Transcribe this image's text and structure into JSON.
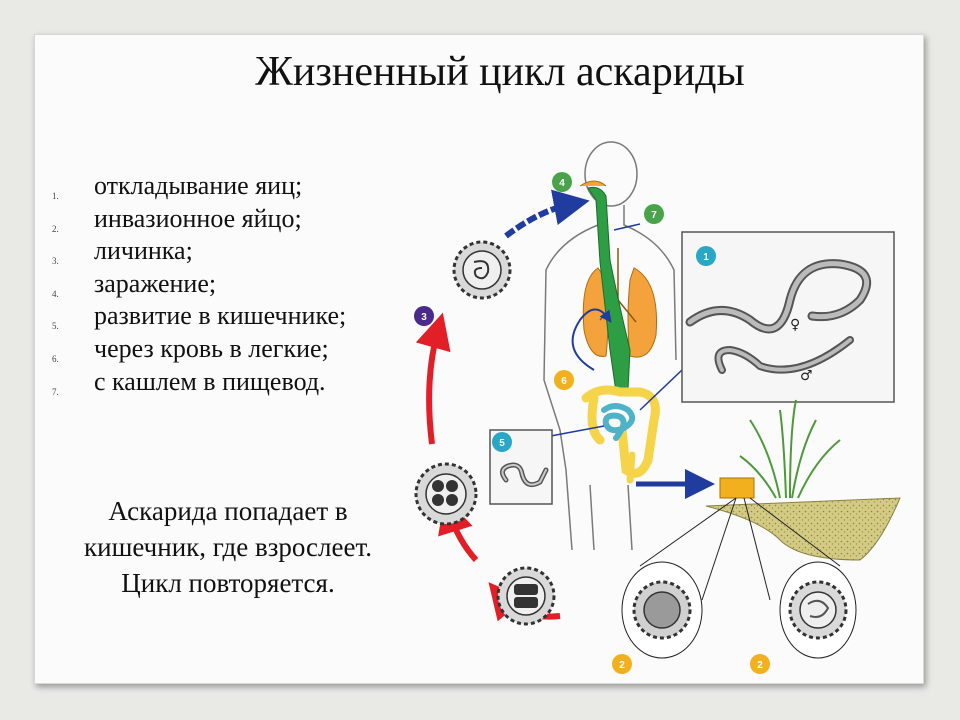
{
  "slide": {
    "title": "Жизненный цикл аскариды",
    "list": [
      {
        "num": "1.",
        "text": "откладывание яиц;"
      },
      {
        "num": "2.",
        "text": "инвазионное яйцо;"
      },
      {
        "num": "3.",
        "text": "личинка;"
      },
      {
        "num": "4.",
        "text": "заражение;"
      },
      {
        "num": "5.",
        "text": "развитие в кишечнике;"
      },
      {
        "num": "6.",
        "text": "через кровь в легкие;"
      },
      {
        "num": "7.",
        "text": "с кашлем в пищевод."
      }
    ],
    "note_lines": [
      "Аскарида попадает в",
      "кишечник, где взрослеет.",
      "Цикл повторяется."
    ]
  },
  "diagram": {
    "badges": {
      "b1": "1",
      "b2a": "2",
      "b2b": "2",
      "b3": "3",
      "b4": "4",
      "b5": "5",
      "b6": "6",
      "b7": "7"
    },
    "symbols": {
      "female": "♀",
      "male": "♂"
    },
    "colors": {
      "cycle_arrow_red": "#e21f26",
      "cycle_arrow_blue": "#1f3c9e",
      "lungs": "#f4a23c",
      "esophagus": "#2e9e44",
      "intestine": "#f5d44a",
      "small_intestine": "#4fb3c8",
      "badge_green": "#4aa34a",
      "badge_yellow": "#f2b01f",
      "badge_purple": "#4a2a8a",
      "badge_cyan": "#2aa6c6",
      "soil": "#c9c077",
      "grass": "#4e9a3a"
    }
  }
}
